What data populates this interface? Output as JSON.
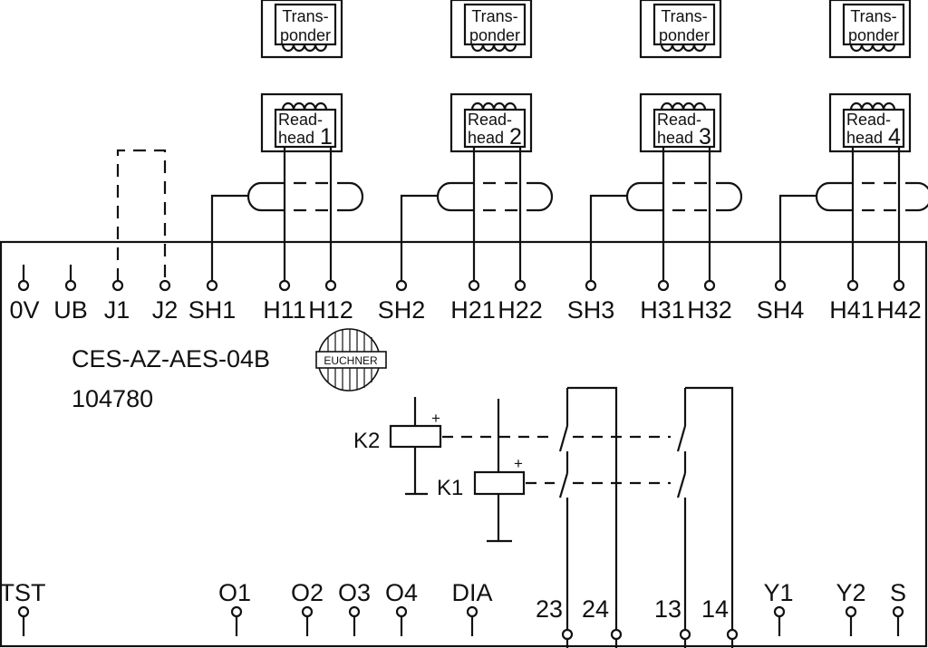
{
  "device": {
    "model": "CES-AZ-AES-04B",
    "order_number": "104780",
    "brand": "EUCHNER"
  },
  "transponders": [
    {
      "line1": "Trans-",
      "line2": "ponder"
    },
    {
      "line1": "Trans-",
      "line2": "ponder"
    },
    {
      "line1": "Trans-",
      "line2": "ponder"
    },
    {
      "line1": "Trans-",
      "line2": "ponder"
    }
  ],
  "readheads": [
    {
      "line1": "Read-",
      "line2": "head",
      "number": "1"
    },
    {
      "line1": "Read-",
      "line2": "head",
      "number": "2"
    },
    {
      "line1": "Read-",
      "line2": "head",
      "number": "3"
    },
    {
      "line1": "Read-",
      "line2": "head",
      "number": "4"
    }
  ],
  "top_terminals": [
    "0V",
    "UB",
    "J1",
    "J2",
    "SH1",
    "H11",
    "H12",
    "SH2",
    "H21",
    "H22",
    "SH3",
    "H31",
    "H32",
    "SH4",
    "H41",
    "H42"
  ],
  "bottom_terminals": [
    "TST",
    "O1",
    "O2",
    "O3",
    "O4",
    "DIA",
    "23",
    "24",
    "13",
    "14",
    "Y1",
    "Y2",
    "S"
  ],
  "relays": [
    {
      "label": "K2",
      "polarity": "+"
    },
    {
      "label": "K1",
      "polarity": "+"
    }
  ],
  "colors": {
    "line": "#111111",
    "background": "#ffffff"
  }
}
